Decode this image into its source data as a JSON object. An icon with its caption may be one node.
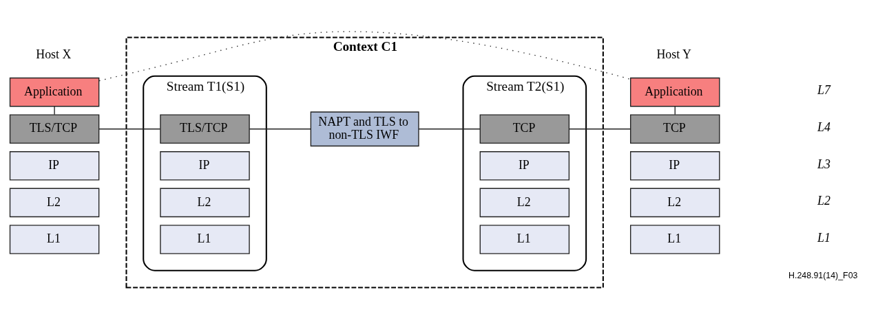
{
  "diagram": {
    "nodes": [
      {
        "text": [
          "Context C1"
        ]
      },
      {
        "text": [
          "Application"
        ]
      },
      {
        "text": [
          "TLS/TCP"
        ]
      },
      {
        "text": [
          "IP"
        ]
      },
      {
        "text": [
          "L2"
        ]
      },
      {
        "text": [
          "L1"
        ]
      },
      {
        "text": [
          "Stream T1(S1)"
        ],
        "in": 0
      },
      {
        "text": [
          "TLS/TCP"
        ],
        "in": 6
      },
      {
        "text": [
          "IP"
        ],
        "in": 6
      },
      {
        "text": [
          "L2"
        ],
        "in": 6
      },
      {
        "text": [
          "L1"
        ],
        "in": 6
      },
      {
        "text": [
          "NAPT and TLS to non-TLS IWF"
        ],
        "in": 0
      },
      {
        "text": [
          "Stream T2(S1)"
        ],
        "in": 0
      },
      {
        "text": [
          "TCP"
        ],
        "in": 12
      },
      {
        "text": [
          "IP"
        ],
        "in": 12
      },
      {
        "text": [
          "L2"
        ],
        "in": 12
      },
      {
        "text": [
          "L1"
        ],
        "in": 12
      },
      {
        "text": [
          "Application"
        ]
      },
      {
        "text": [
          "TCP"
        ]
      },
      {
        "text": [
          "IP"
        ]
      },
      {
        "text": [
          "L2"
        ]
      },
      {
        "text": [
          "L1"
        ]
      }
    ],
    "edges": [
      {
        "from": 1,
        "to": 17,
        "arrow": "none",
        "style": "dashed"
      },
      {
        "from": 1,
        "to": 2,
        "arrow": "none"
      },
      {
        "from": 2,
        "to": 7,
        "arrow": "none"
      },
      {
        "from": 7,
        "to": 11,
        "arrow": "none"
      },
      {
        "from": 11,
        "to": 13,
        "arrow": "none"
      },
      {
        "from": 13,
        "to": 18,
        "arrow": "none"
      },
      {
        "from": 17,
        "to": 18,
        "arrow": "none"
      }
    ],
    "labels": [
      "Host X",
      "Host Y",
      "L7",
      "L4",
      "L3",
      "L2",
      "L1",
      "H.248.91(14)_F03"
    ]
  }
}
